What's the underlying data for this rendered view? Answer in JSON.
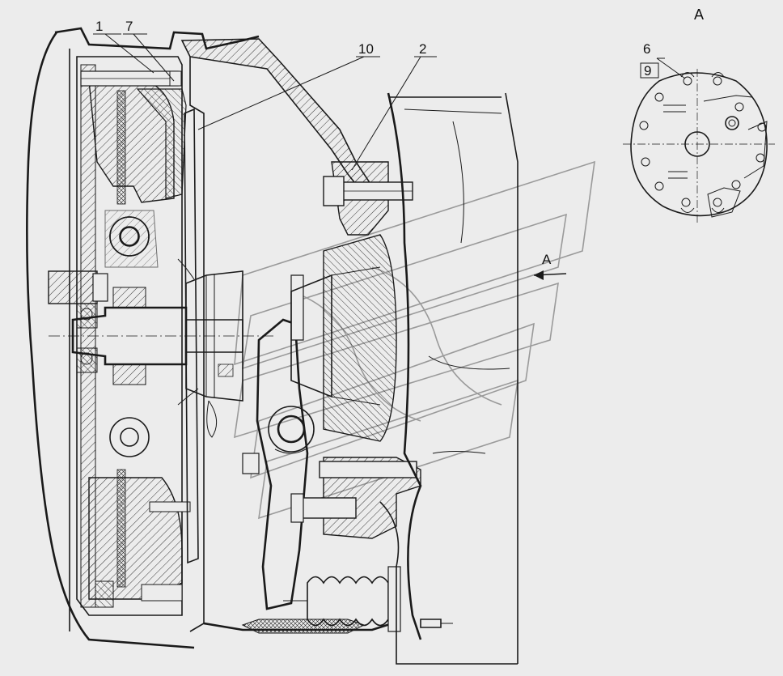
{
  "callouts": {
    "part_1": "1",
    "part_7": "7",
    "part_10": "10",
    "part_2": "2",
    "part_6": "6",
    "part_9": "9"
  },
  "view_labels": {
    "view_title": "A",
    "arrow_label": "A"
  },
  "colors": {
    "background": "#ececec",
    "line": "#1a1a1a",
    "watermark": "#9a9a9a"
  }
}
